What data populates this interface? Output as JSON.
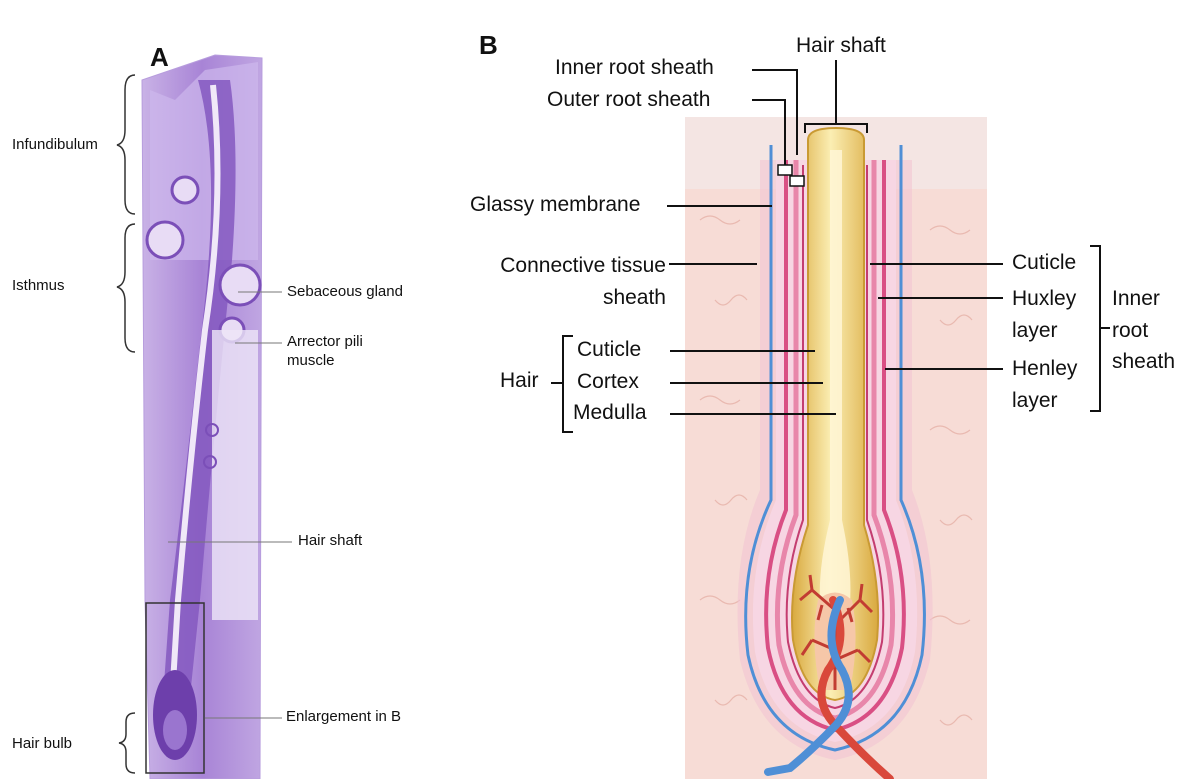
{
  "panel_a": {
    "letter": "A",
    "labels": {
      "infundibulum": "Infundibulum",
      "isthmus": "Isthmus",
      "hair_bulb": "Hair bulb",
      "sebaceous_gland": "Sebaceous gland",
      "arrector_pili": "Arrector pili muscle",
      "hair_shaft": "Hair shaft",
      "enlargement": "Enlargement in B"
    }
  },
  "panel_b": {
    "letter": "B",
    "labels": {
      "hair_shaft": "Hair shaft",
      "inner_root_sheath_top": "Inner root sheath",
      "outer_root_sheath": "Outer root sheath",
      "glassy_membrane": "Glassy membrane",
      "connective_tissue_sheath": "Connective tissue sheath",
      "hair": "Hair",
      "hair_cuticle": "Cuticle",
      "cortex": "Cortex",
      "medulla": "Medulla",
      "cuticle_right": "Cuticle",
      "huxley_layer": "Huxley layer",
      "henley_layer": "Henley layer",
      "inner_root_sheath_right": "Inner root sheath"
    }
  },
  "colors": {
    "histology_purple": "#8a5cc4",
    "histology_light": "#d9c9ef",
    "blue_sheath": "#4f8fd6",
    "pink_layer": "#d94f84",
    "hair_gold": "#e9c76c",
    "dermis_pink": "#f6dcd8",
    "vessel_red": "#d9483b",
    "vessel_blue": "#4f8fd6"
  }
}
